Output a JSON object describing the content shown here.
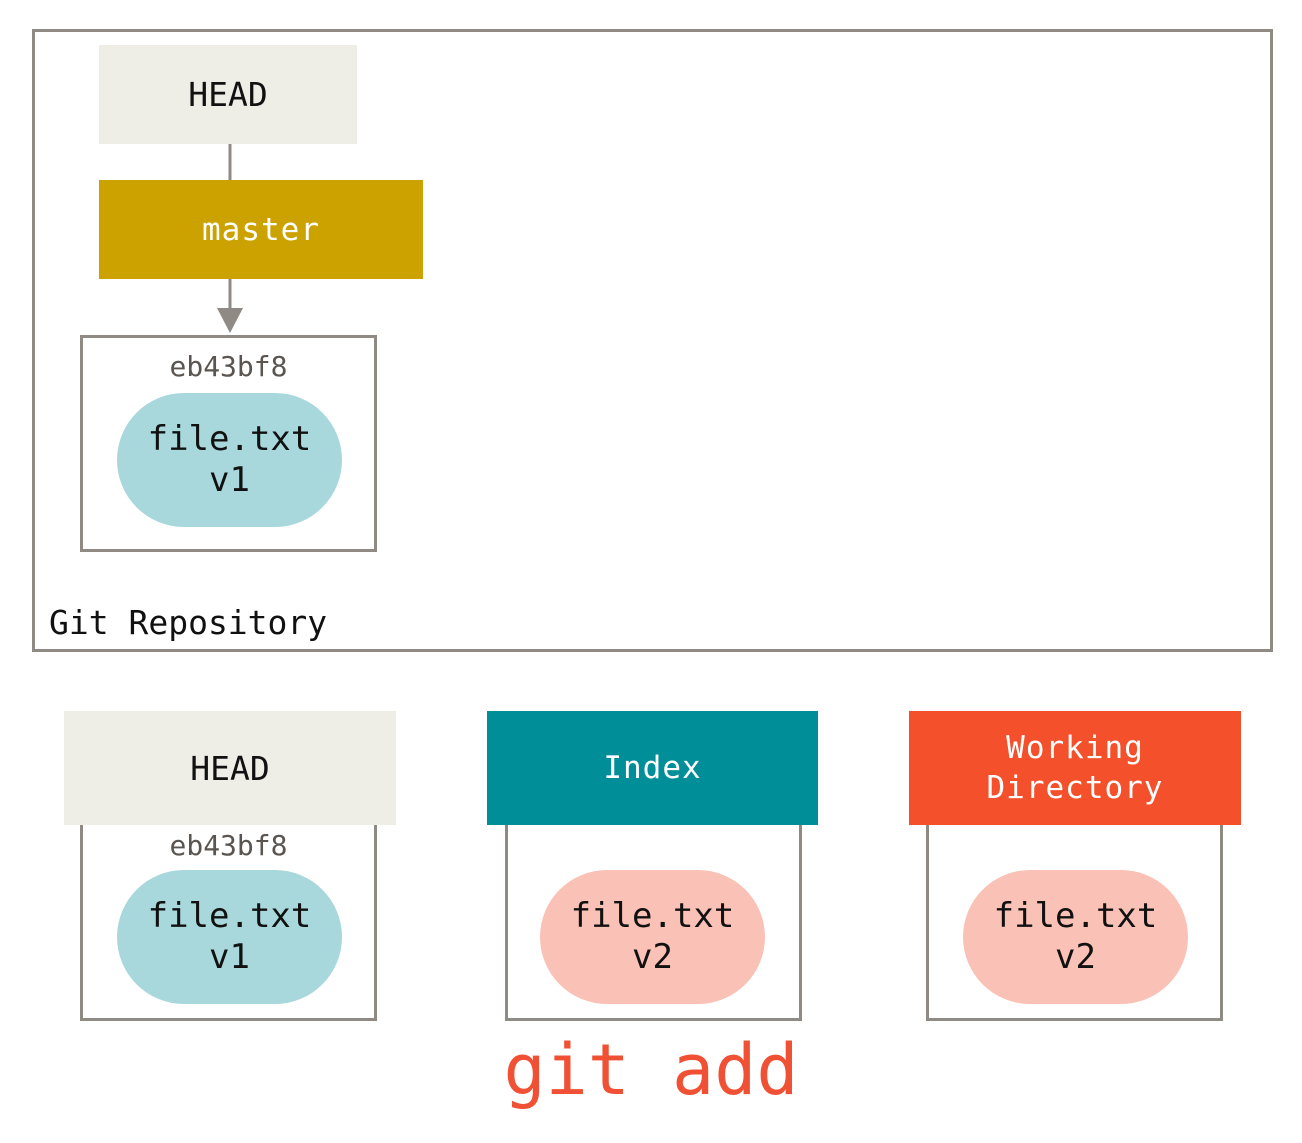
{
  "repository": {
    "label": "Git Repository",
    "head_label": "HEAD",
    "branch": {
      "label": "master",
      "color": "#cca200"
    },
    "commit": {
      "hash": "eb43bf8",
      "blob": {
        "name": "file.txt",
        "version": "v1",
        "color": "#a8d8dc"
      }
    }
  },
  "areas": [
    {
      "title": "HEAD",
      "color": "#eeede6",
      "hash": "eb43bf8",
      "blob": {
        "name": "file.txt",
        "version": "v1",
        "color": "#a8d8dc"
      }
    },
    {
      "title": "Index",
      "color": "#008e98",
      "blob": {
        "name": "file.txt",
        "version": "v2",
        "color": "#fac2b6"
      }
    },
    {
      "title_line1": "Working",
      "title_line2": "Directory",
      "color": "#f4502b",
      "blob": {
        "name": "file.txt",
        "version": "v2",
        "color": "#fac2b6"
      }
    }
  ],
  "command": "git add",
  "colors": {
    "border": "#8f8a83",
    "connector": "#8f8a83",
    "command": "#f05033"
  }
}
